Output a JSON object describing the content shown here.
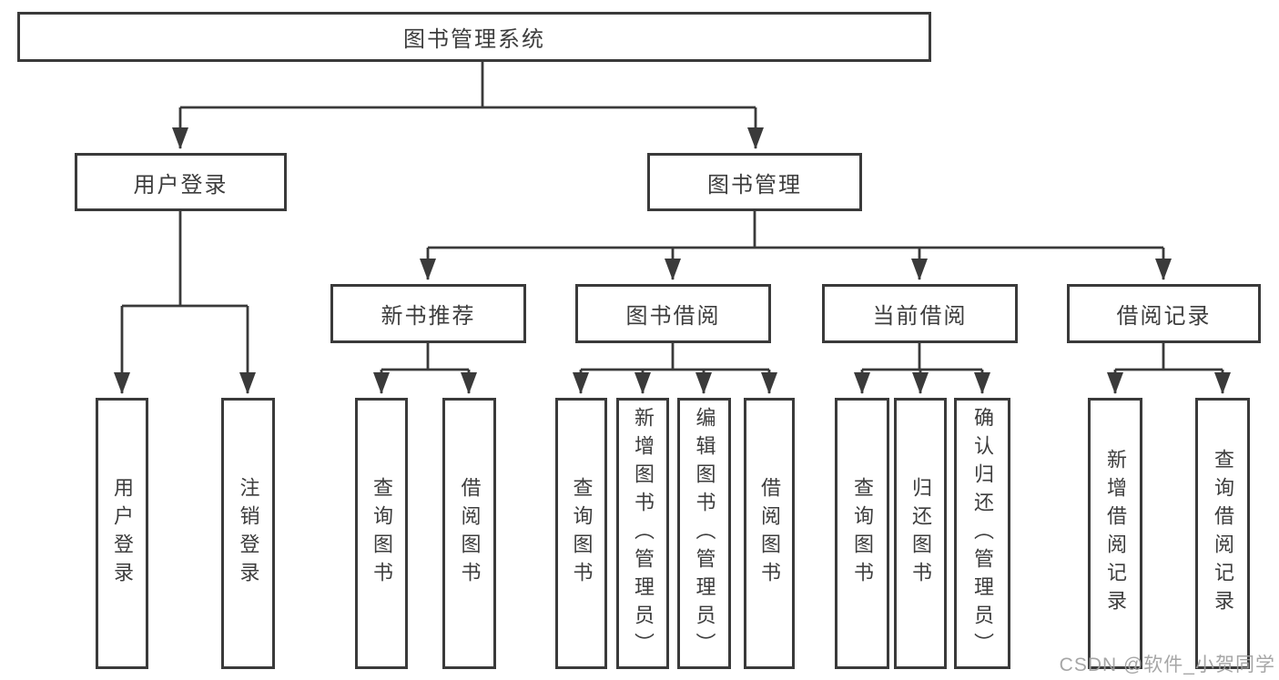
{
  "diagram": {
    "root": "图书管理系统",
    "branches": [
      {
        "label": "用户登录",
        "children": [
          "用户登录",
          "注销登录"
        ]
      },
      {
        "label": "图书管理",
        "sections": [
          {
            "label": "新书推荐",
            "children": [
              "查询图书",
              "借阅图书"
            ]
          },
          {
            "label": "图书借阅",
            "children": [
              "查询图书",
              "新增图书（管理员）",
              "编辑图书（管理员）",
              "借阅图书"
            ]
          },
          {
            "label": "当前借阅",
            "children": [
              "查询图书",
              "归还图书",
              "确认归还（管理员）"
            ]
          },
          {
            "label": "借阅记录",
            "children": [
              "新增借阅记录",
              "查询借阅记录"
            ]
          }
        ]
      }
    ]
  },
  "watermark": {
    "text": "CSDN @软件_小贺同学",
    "color": "#9e9e9e"
  },
  "colors": {
    "line": "#3a3a3a",
    "text": "#3d3d3d",
    "background": "#ffffff"
  }
}
